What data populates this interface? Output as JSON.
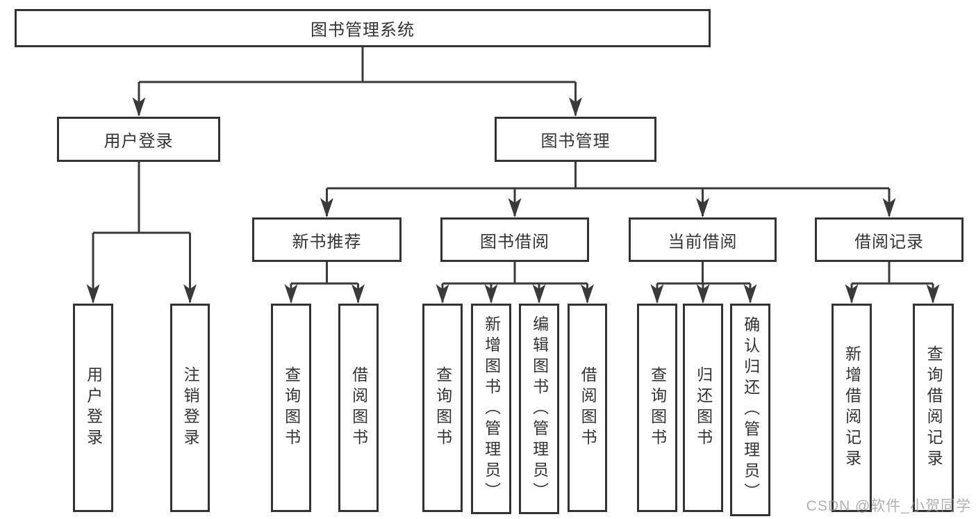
{
  "tree": {
    "root": {
      "label": "图书管理系统"
    },
    "user_login": {
      "label": "用户登录",
      "children": [
        {
          "label": "用户登录"
        },
        {
          "label": "注销登录"
        }
      ]
    },
    "book_mgmt": {
      "label": "图书管理",
      "children": [
        {
          "label": "新书推荐",
          "children": [
            {
              "label": "查询图书"
            },
            {
              "label": "借阅图书"
            }
          ]
        },
        {
          "label": "图书借阅",
          "children": [
            {
              "label": "查询图书"
            },
            {
              "label": "新增图书（管理员）"
            },
            {
              "label": "编辑图书（管理员）"
            },
            {
              "label": "借阅图书"
            }
          ]
        },
        {
          "label": "当前借阅",
          "children": [
            {
              "label": "查询图书"
            },
            {
              "label": "归还图书"
            },
            {
              "label": "确认归还（管理员）"
            }
          ]
        },
        {
          "label": "借阅记录",
          "children": [
            {
              "label": "新增借阅记录"
            },
            {
              "label": "查询借阅记录"
            }
          ]
        }
      ]
    }
  },
  "watermark": {
    "text": "CSDN @软件_小贺同学"
  },
  "colors": {
    "line": "#3a3a3a",
    "box_border": "#333333",
    "text": "#333333",
    "watermark": "#b3b3b3",
    "background": "#ffffff"
  }
}
